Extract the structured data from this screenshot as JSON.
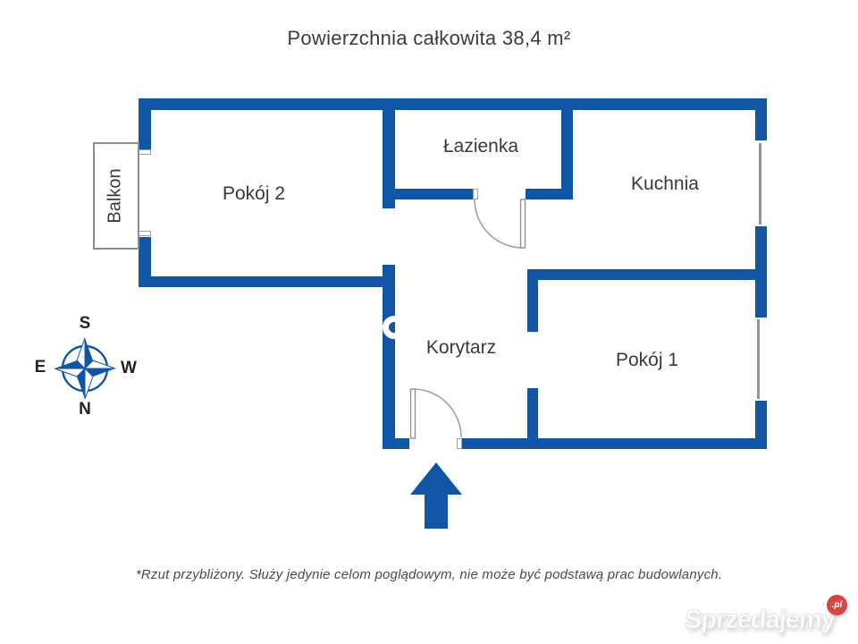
{
  "title": "Powierzchnia całkowita 38,4 m²",
  "rooms": {
    "room2": "Pokój 2",
    "bathroom": "Łazienka",
    "kitchen": "Kuchnia",
    "corridor": "Korytarz",
    "room1": "Pokój 1",
    "balcony": "Balkon"
  },
  "compass": {
    "top": "S",
    "bottom": "N",
    "left": "E",
    "right": "W"
  },
  "footer": {
    "disclaimer": "*Rzut przybliżony. Służy jedynie celom poglądowym, nie może być podstawą prac budowlanych."
  },
  "watermark": {
    "brand": "Sprzedajemy",
    "badge": ".pl"
  },
  "colors": {
    "wall_blue": "#1155a6",
    "badge_red": "#d64545",
    "label_text": "#3a3a3a"
  }
}
